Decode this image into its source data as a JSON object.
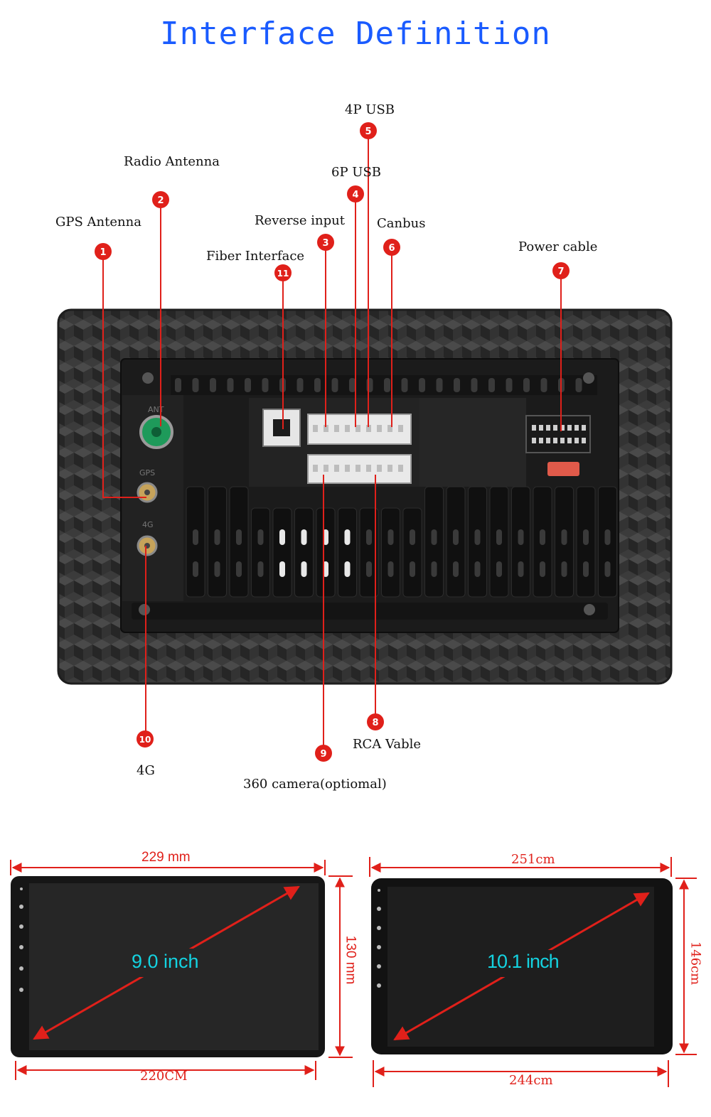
{
  "title": "Interface Definition",
  "colors": {
    "title": "#1a5bff",
    "callout": "#e0201a",
    "screen_text": "#14d2e0",
    "panel": "#2a2a2a"
  },
  "callouts": [
    {
      "num": "1",
      "label": "GPS Antenna"
    },
    {
      "num": "2",
      "label": "Radio Antenna"
    },
    {
      "num": "3",
      "label": "Reverse input"
    },
    {
      "num": "4",
      "label": "6P USB"
    },
    {
      "num": "5",
      "label": "4P USB"
    },
    {
      "num": "6",
      "label": "Canbus"
    },
    {
      "num": "7",
      "label": "Power cable"
    },
    {
      "num": "8",
      "label": "RCA Vable"
    },
    {
      "num": "9",
      "label": "360 camera(optiomal)"
    },
    {
      "num": "10",
      "label": "4G"
    },
    {
      "num": "11",
      "label": "Fiber Interface"
    }
  ],
  "unit_markings": {
    "ant": "ANT",
    "gps": "GPS",
    "four_g": "4G"
  },
  "dimensions": {
    "left": {
      "top": "229 mm",
      "side": "130 mm",
      "bottom": "220CM",
      "screen": "9.0 inch"
    },
    "right": {
      "top": "251cm",
      "side": "146cm",
      "bottom": "244cm",
      "screen": "10.1 inch"
    }
  }
}
